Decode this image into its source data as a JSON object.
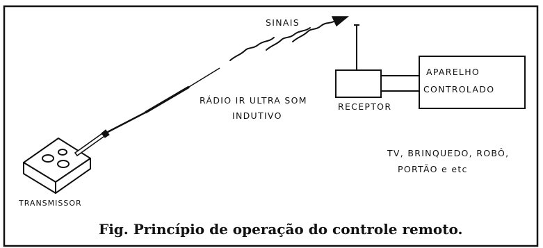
{
  "signal_label": "SINAIS",
  "receiver_label": "RECEPTOR",
  "device_label": [
    "APARELHO",
    "CONTROLADO"
  ],
  "signal_types": [
    "RÁDIO IR ULTRA SOM",
    "INDUTIVO"
  ],
  "examples": [
    "TV, BRINQUEDO, ROBÔ,",
    "PORTÃO e etc"
  ],
  "transmitter_label": "TRANSMISSOR",
  "caption": "Fig. Princípio de operação do controle remoto."
}
